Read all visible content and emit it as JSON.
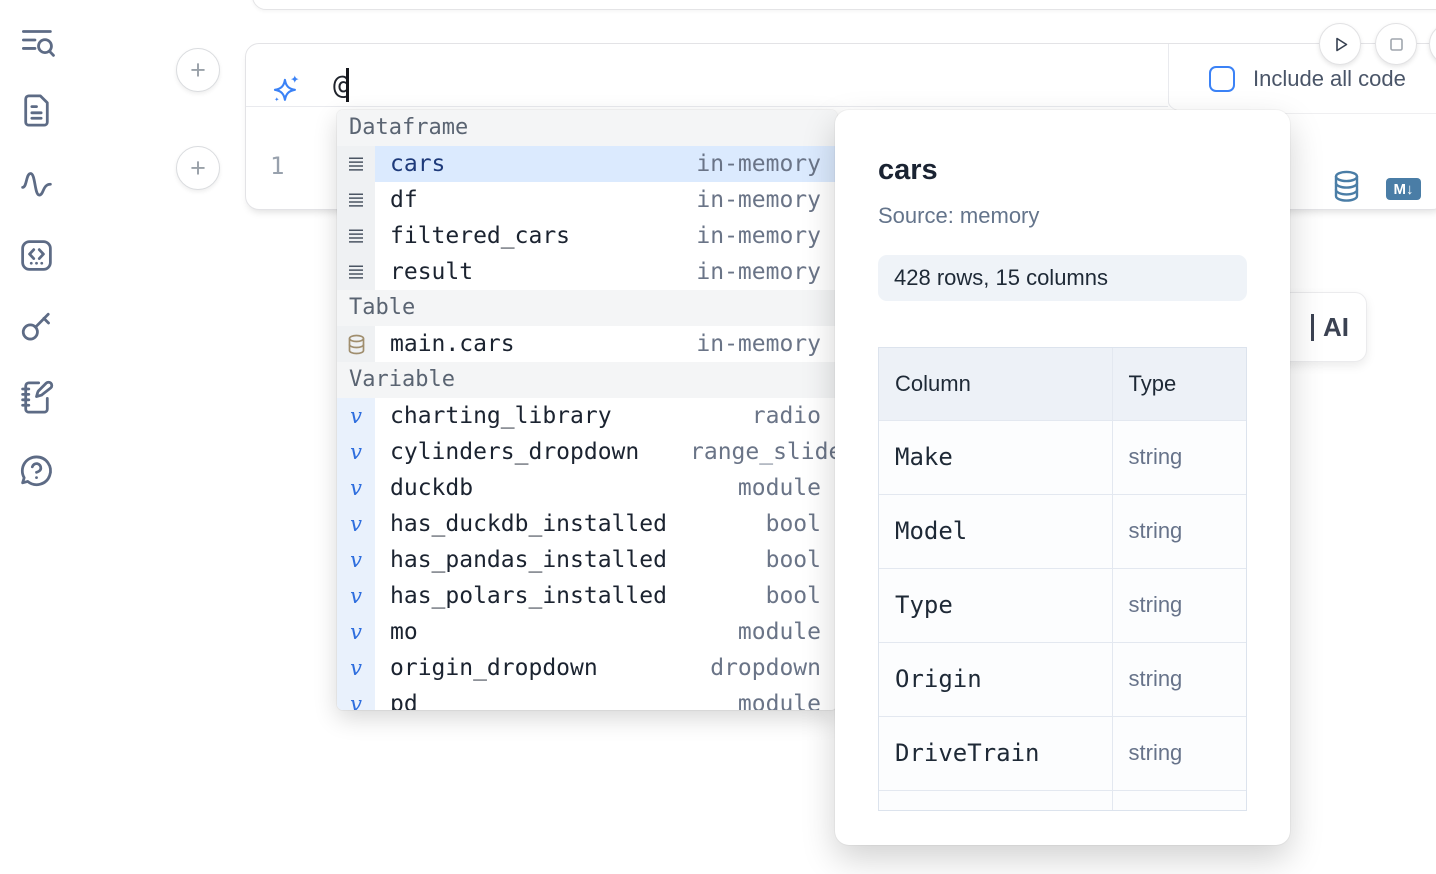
{
  "sidebar": {
    "items": [
      {
        "icon": "text-search-icon"
      },
      {
        "icon": "file-text-icon"
      },
      {
        "icon": "activity-icon"
      },
      {
        "icon": "code-snippets-icon"
      },
      {
        "icon": "key-icon"
      },
      {
        "icon": "scratchpad-icon"
      },
      {
        "icon": "help-icon"
      }
    ]
  },
  "toolbar": {
    "run_icon": "play-icon",
    "stop_icon": "stop-icon"
  },
  "cell": {
    "prompt_value": "@",
    "include_all_code_label": "Include all code",
    "line_number": "1",
    "markdown_badge": "M↓",
    "database_icon": "database-icon"
  },
  "autocomplete": {
    "rows": [
      {
        "kind": "header",
        "label": "Dataframe"
      },
      {
        "kind": "item",
        "icon": "dataframe-icon",
        "name": "cars",
        "detail": "in-memory",
        "selected": true
      },
      {
        "kind": "item",
        "icon": "dataframe-icon",
        "name": "df",
        "detail": "in-memory"
      },
      {
        "kind": "item",
        "icon": "dataframe-icon",
        "name": "filtered_cars",
        "detail": "in-memory"
      },
      {
        "kind": "item",
        "icon": "dataframe-icon",
        "name": "result",
        "detail": "in-memory"
      },
      {
        "kind": "header",
        "label": "Table"
      },
      {
        "kind": "item",
        "icon": "table-icon",
        "name": "main.cars",
        "detail": "in-memory"
      },
      {
        "kind": "header",
        "label": "Variable"
      },
      {
        "kind": "item",
        "icon": "variable-icon",
        "name": "charting_library",
        "detail": "radio"
      },
      {
        "kind": "item",
        "icon": "variable-icon",
        "name": "cylinders_dropdown",
        "detail": "range_slider"
      },
      {
        "kind": "item",
        "icon": "variable-icon",
        "name": "duckdb",
        "detail": "module"
      },
      {
        "kind": "item",
        "icon": "variable-icon",
        "name": "has_duckdb_installed",
        "detail": "bool"
      },
      {
        "kind": "item",
        "icon": "variable-icon",
        "name": "has_pandas_installed",
        "detail": "bool"
      },
      {
        "kind": "item",
        "icon": "variable-icon",
        "name": "has_polars_installed",
        "detail": "bool"
      },
      {
        "kind": "item",
        "icon": "variable-icon",
        "name": "mo",
        "detail": "module"
      },
      {
        "kind": "item",
        "icon": "variable-icon",
        "name": "origin_dropdown",
        "detail": "dropdown"
      },
      {
        "kind": "item",
        "icon": "variable-icon",
        "name": "pd",
        "detail": "module"
      }
    ]
  },
  "preview": {
    "title": "cars",
    "source": "Source: memory",
    "shape": "428 rows, 15 columns",
    "table": {
      "headers": [
        "Column",
        "Type"
      ],
      "rows": [
        [
          "Make",
          "string"
        ],
        [
          "Model",
          "string"
        ],
        [
          "Type",
          "string"
        ],
        [
          "Origin",
          "string"
        ],
        [
          "DriveTrain",
          "string"
        ]
      ]
    }
  },
  "ai_card": {
    "visible_label": "AI"
  },
  "colors": {
    "accent_blue": "#3b82f6",
    "steel_blue": "#4a7da6",
    "selected_row_bg": "#dbeafe",
    "variable_glyph_blue": "#2e6ede"
  }
}
